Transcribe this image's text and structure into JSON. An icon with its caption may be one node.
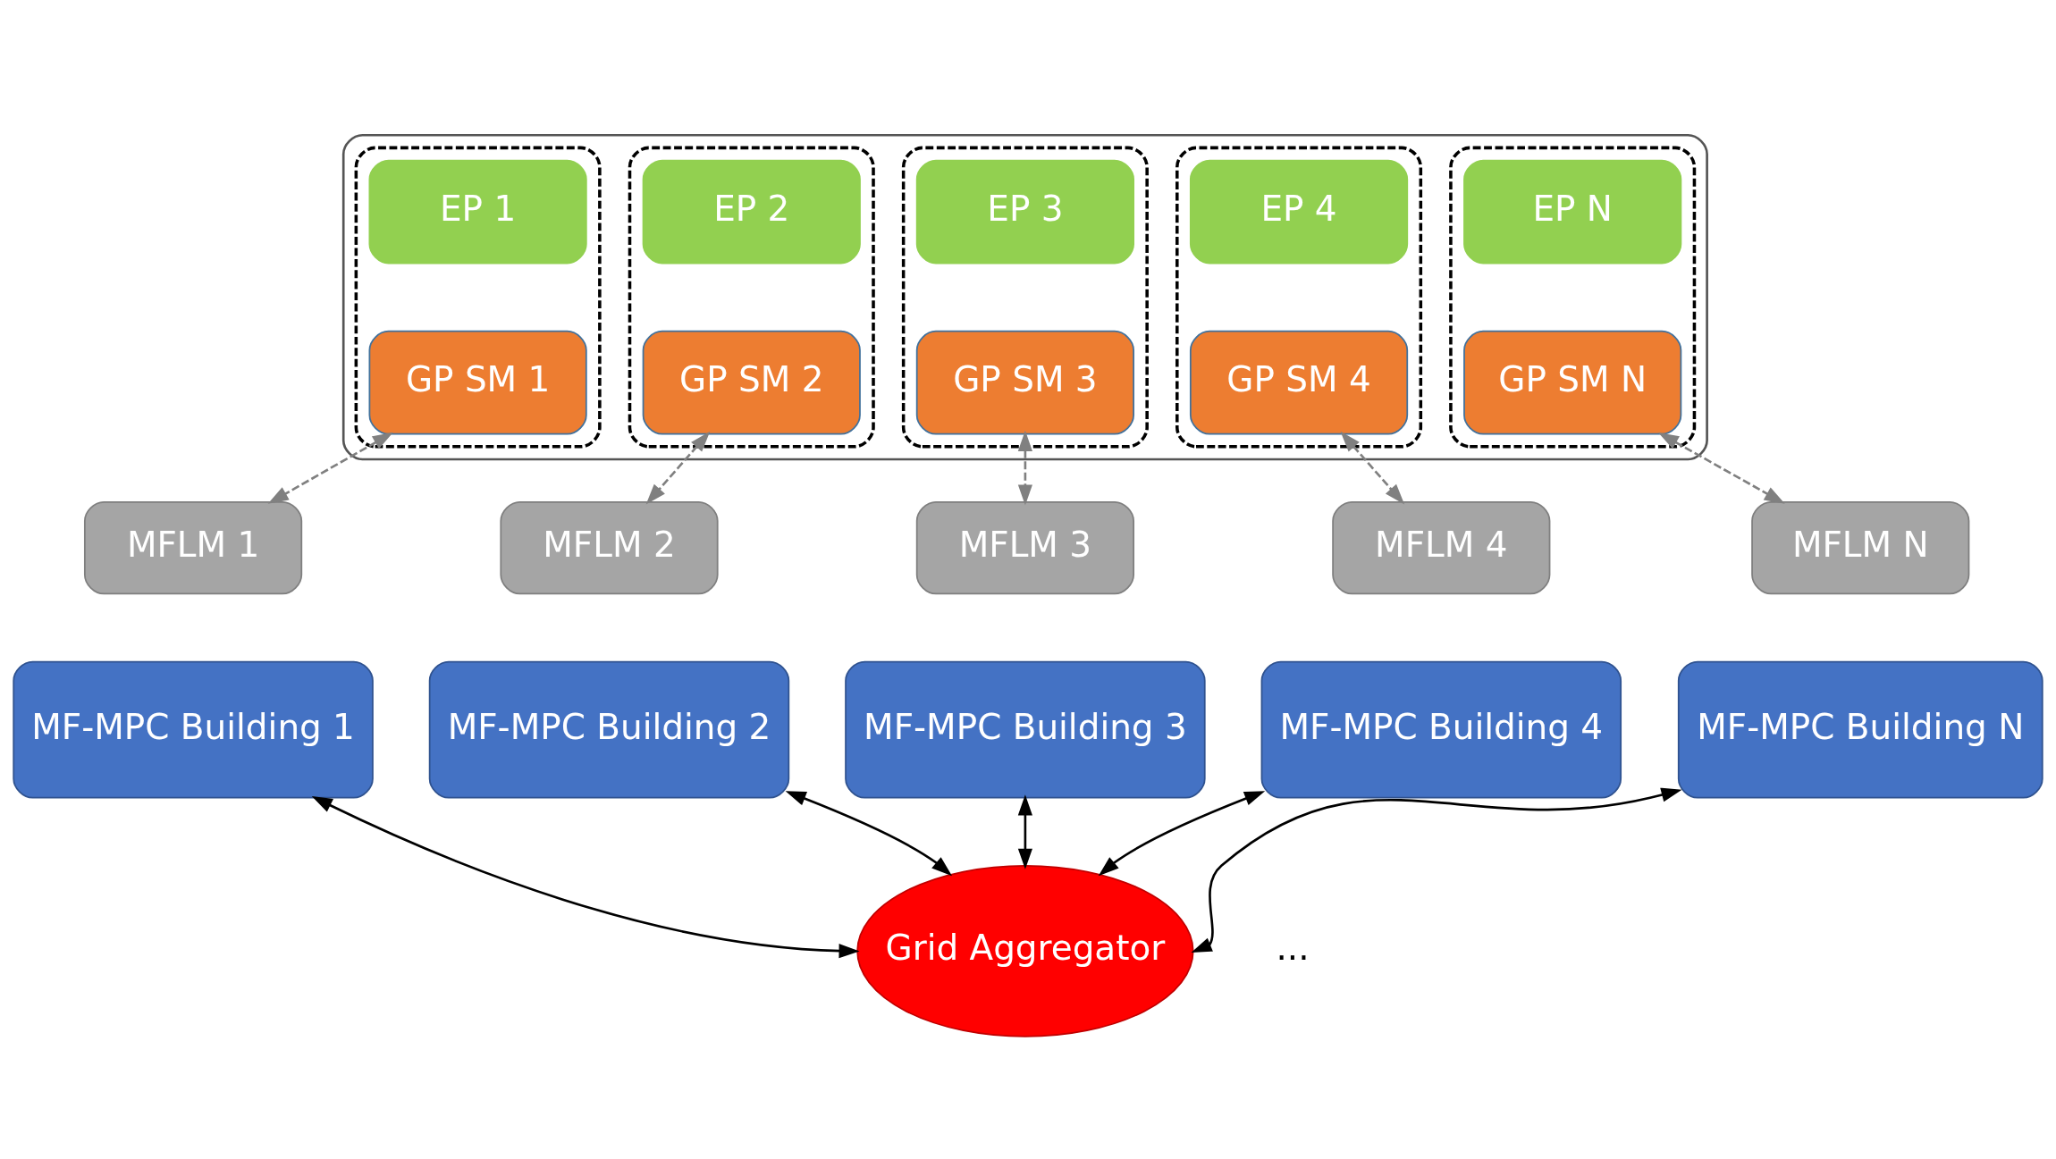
{
  "diagram": {
    "nodes": [
      {
        "text": [],
        "shape": "cloud"
      },
      {
        "text": [],
        "shape": "box",
        "in": 0
      },
      {
        "text": [
          "EP 1"
        ],
        "in": 1
      },
      {
        "text": [
          "GP SM 1"
        ],
        "in": 1
      },
      {
        "text": [],
        "shape": "box",
        "in": 0
      },
      {
        "text": [
          "EP 2"
        ],
        "in": 4
      },
      {
        "text": [
          "GP SM 2"
        ],
        "in": 4
      },
      {
        "text": [],
        "shape": "box",
        "in": 0
      },
      {
        "text": [
          "EP 3"
        ],
        "in": 7
      },
      {
        "text": [
          "GP SM 3"
        ],
        "in": 7
      },
      {
        "text": [],
        "shape": "box",
        "in": 0
      },
      {
        "text": [
          "EP 4"
        ],
        "in": 10
      },
      {
        "text": [
          "GP SM 4"
        ],
        "in": 10
      },
      {
        "text": [],
        "shape": "box",
        "in": 0
      },
      {
        "text": [
          "EP N"
        ],
        "in": 13
      },
      {
        "text": [
          "GP SM N"
        ],
        "in": 13
      },
      {
        "text": [
          "MFLM 1"
        ]
      },
      {
        "text": [
          "MF-MPC Building 1"
        ]
      },
      {
        "text": [
          "MFLM 2"
        ]
      },
      {
        "text": [
          "MF-MPC Building 2"
        ]
      },
      {
        "text": [
          "MFLM 3"
        ]
      },
      {
        "text": [
          "MF-MPC Building 3"
        ]
      },
      {
        "text": [
          "MFLM 4"
        ]
      },
      {
        "text": [
          "MF-MPC Building 4"
        ]
      },
      {
        "text": [
          "MFLM N"
        ]
      },
      {
        "text": [
          "MF-MPC Building N"
        ]
      },
      {
        "text": [
          "Grid Aggregator"
        ]
      }
    ],
    "edges": [
      {
        "from": 3,
        "to": 16,
        "arrow": "both",
        "style": "dashed"
      },
      {
        "from": 6,
        "to": 18,
        "arrow": "both",
        "style": "dashed"
      },
      {
        "from": 9,
        "to": 20,
        "arrow": "both",
        "style": "dashed"
      },
      {
        "from": 12,
        "to": 22,
        "arrow": "both",
        "style": "dashed"
      },
      {
        "from": 15,
        "to": 24,
        "arrow": "both",
        "style": "dashed"
      },
      {
        "from": 17,
        "to": 26,
        "arrow": "both",
        "color": "#000000"
      },
      {
        "from": 19,
        "to": 26,
        "arrow": "both",
        "color": "#000000"
      },
      {
        "from": 21,
        "to": 26,
        "arrow": "both",
        "color": "#000000"
      },
      {
        "from": 23,
        "to": 26,
        "arrow": "both",
        "color": "#000000"
      },
      {
        "from": 25,
        "to": 26,
        "arrow": "both",
        "color": "#000000"
      }
    ],
    "labels": [
      "..."
    ]
  }
}
